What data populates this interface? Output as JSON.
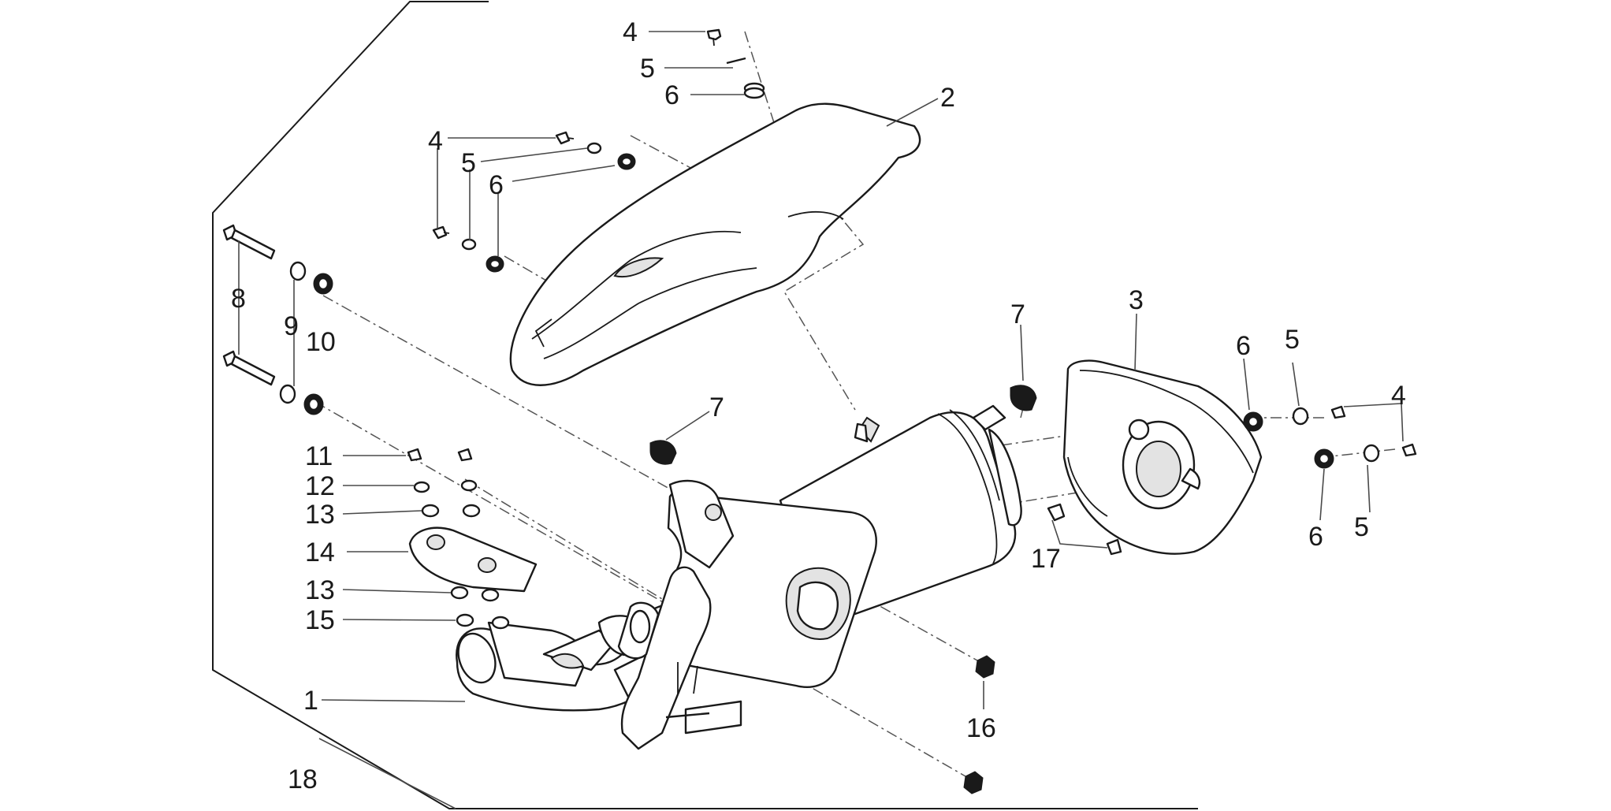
{
  "callouts": {
    "c1": "1",
    "c2": "2",
    "c3": "3",
    "c4a": "4",
    "c4b": "4",
    "c4c": "4",
    "c5a": "5",
    "c5b": "5",
    "c5c": "5",
    "c5d": "5",
    "c6a": "6",
    "c6b": "6",
    "c6c": "6",
    "c6d": "6",
    "c7a": "7",
    "c7b": "7",
    "c8": "8",
    "c9": "9",
    "c10": "10",
    "c11": "11",
    "c12": "12",
    "c13a": "13",
    "c13b": "13",
    "c14": "14",
    "c15": "15",
    "c16": "16",
    "c17": "17",
    "c18": "18"
  },
  "colors": {
    "line": "#1a1a1a",
    "shade": "#e3e3e3",
    "background": "#ffffff"
  }
}
